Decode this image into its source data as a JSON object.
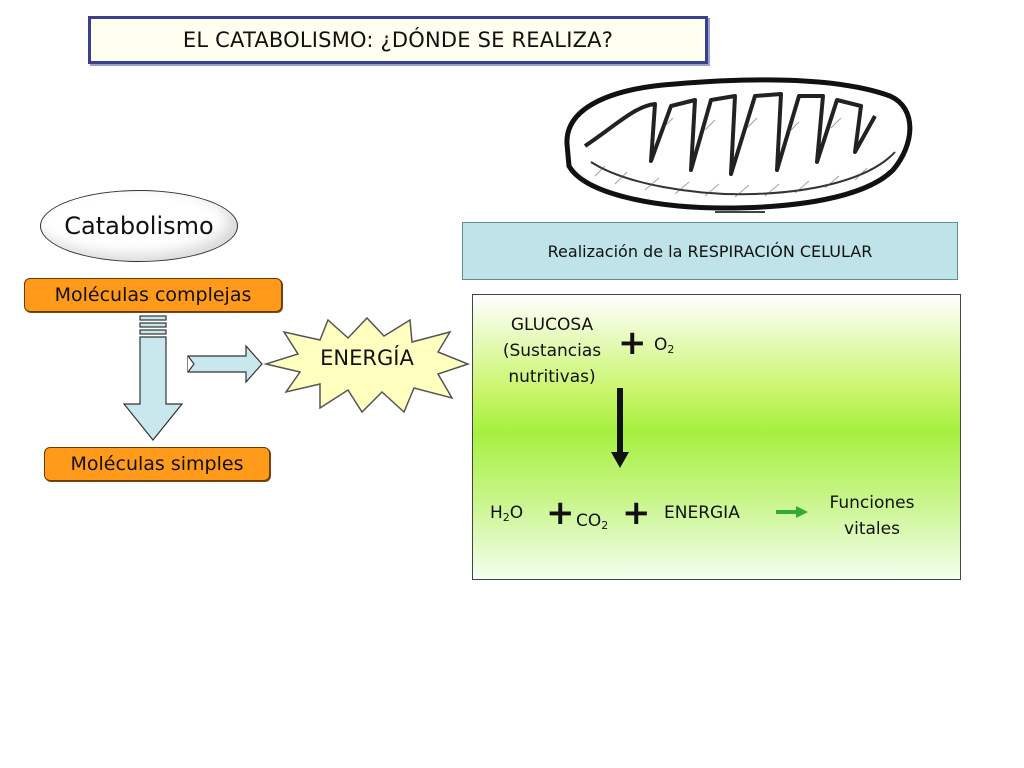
{
  "title": "EL CATABOLISMO: ¿DÓNDE SE REALIZA?",
  "left": {
    "catabolism_label": "Catabolismo",
    "complex_molecules": "Moléculas complejas",
    "simple_molecules": "Moléculas simples",
    "energy_burst": "ENERGÍA"
  },
  "right": {
    "respiration_label": "Realización de la RESPIRACIÓN CELULAR",
    "reactants": {
      "glucose_line1": "GLUCOSA",
      "glucose_line2": "(Sustancias",
      "glucose_line3": "nutritivas)",
      "oxygen_base": "O",
      "oxygen_sub": "2",
      "plus": "+"
    },
    "products": {
      "water_h": "H",
      "water_sub": "2",
      "water_o": "O",
      "co2_base": "CO",
      "co2_sub": "2",
      "energy": "ENERGIA",
      "plus": "+"
    },
    "functions_line1": "Funciones",
    "functions_line2": "vitales"
  },
  "colors": {
    "title_border": "#3a3f8f",
    "orange_box": "#ff9a1a",
    "arrow_blue": "#c9e8ee",
    "burst_fill": "#ffffc0",
    "respiration_box": "#bfe3e8",
    "green_panel": "#a6f040",
    "green_arrow": "#33aa33"
  },
  "icons": {
    "mitochondrion": "mitochondrion-illustration"
  }
}
